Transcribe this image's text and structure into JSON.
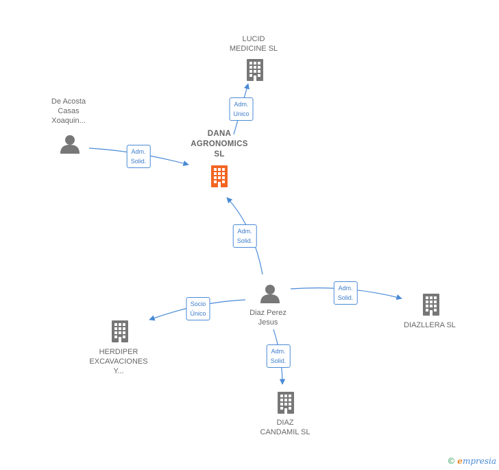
{
  "nodes": {
    "lucid": {
      "label": "LUCID\nMEDICINE  SL",
      "kind": "company"
    },
    "dana": {
      "label": "DANA\nAGRONOMICS\nSL",
      "kind": "company-focus"
    },
    "acosta": {
      "label": "De Acosta\nCasas\nXoaquin...",
      "kind": "person"
    },
    "diaz_perez": {
      "label": "Diaz Perez\nJesus",
      "kind": "person"
    },
    "herdiper": {
      "label": "HERDIPER\nEXCAVACIONES\nY...",
      "kind": "company"
    },
    "diazllera": {
      "label": "DIAZLLERA  SL",
      "kind": "company"
    },
    "diaz_candamil": {
      "label": "DIAZ\nCANDAMIL  SL",
      "kind": "company"
    }
  },
  "edges": {
    "dana_lucid": "Adm.\nUnico",
    "acosta_dana": "Adm.\nSolid.",
    "diaz_dana": "Adm.\nSolid.",
    "diaz_herdiper": "Socio\nÚnico",
    "diaz_diazllera": "Adm.\nSolid.",
    "diaz_candamil": "Adm.\nSolid."
  },
  "colors": {
    "edge": "#4a8ad6",
    "building": "#777777",
    "building_focus": "#f26522",
    "person": "#777777"
  },
  "footer": {
    "copyright_symbol": "©",
    "brand_initial": "e",
    "brand_rest": "mpresia"
  }
}
